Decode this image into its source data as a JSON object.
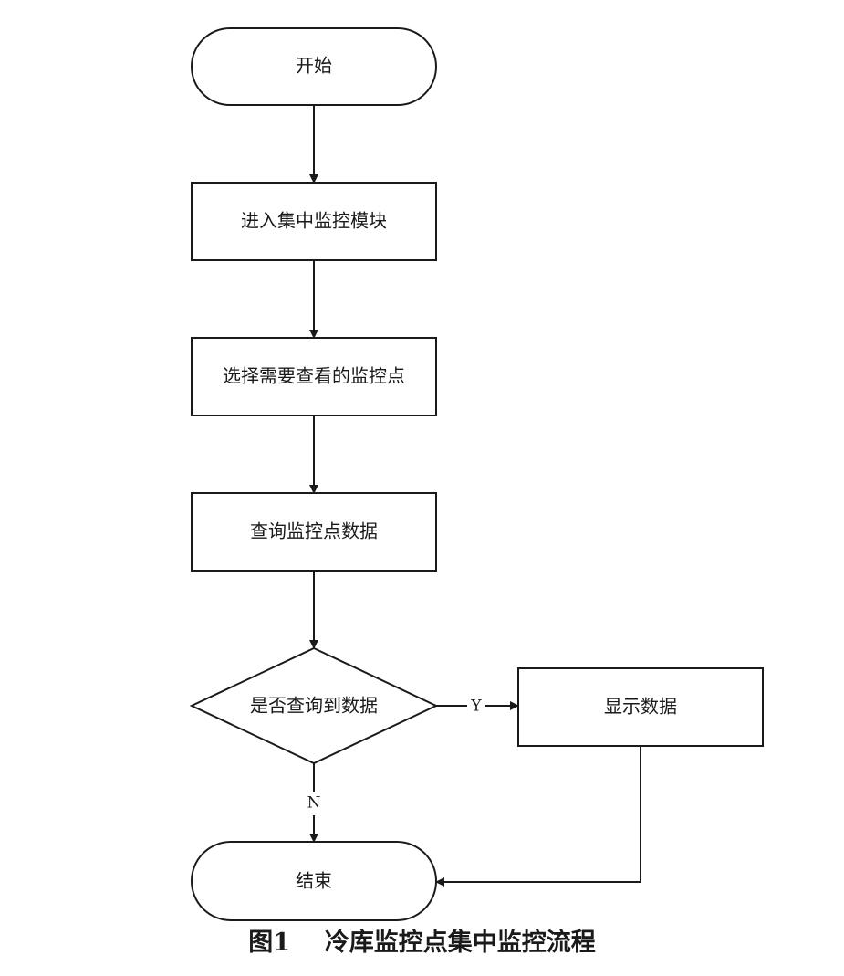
{
  "nodes": {
    "start": "开始",
    "enter_module": "进入集中监控模块",
    "select_point": "选择需要查看的监控点",
    "query_data": "查询监控点数据",
    "decision": "是否查询到数据",
    "display_data": "显示数据",
    "end": "结束"
  },
  "edges": {
    "yes_label": "Y",
    "no_label": "N"
  },
  "caption": {
    "number": "图1",
    "title": "冷库监控点集中监控流程"
  }
}
